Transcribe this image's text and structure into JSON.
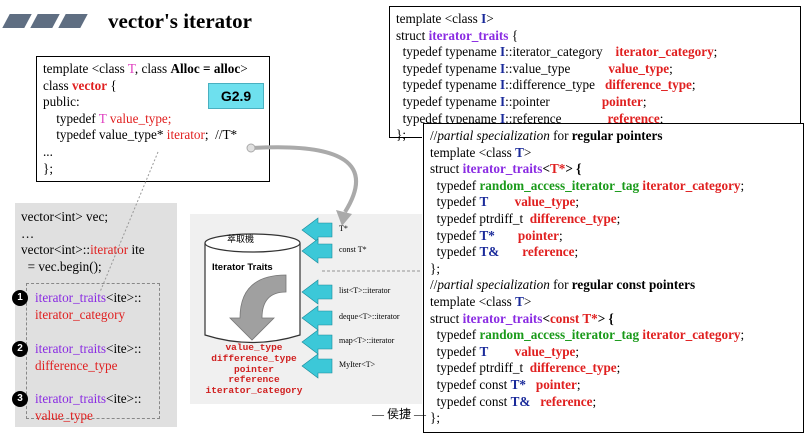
{
  "title": "vector's iterator",
  "badge": "G2.9",
  "vector_code": {
    "l1": [
      "template <class ",
      "T",
      ", class ",
      "Alloc = alloc",
      ">"
    ],
    "l2": [
      "class ",
      "vector",
      " {"
    ],
    "l3": "public:",
    "l4": [
      "typedef ",
      "T",
      " value_type;"
    ],
    "l5": [
      "typedef value_type* ",
      "iterator",
      ";",
      "//T*"
    ],
    "l6": "...",
    "l7": "};"
  },
  "traits_code": {
    "l1": [
      "template <class ",
      "I",
      ">"
    ],
    "l2": [
      "struct ",
      "iterator_traits",
      " {"
    ],
    "rows": [
      {
        "a": "typedef typename ",
        "i": "I",
        "b": "::iterator_category",
        "v": "iterator_category",
        "end": ";"
      },
      {
        "a": "typedef typename ",
        "i": "I",
        "b": "::value_type",
        "v": "value_type",
        "end": ";"
      },
      {
        "a": "typedef typename ",
        "i": "I",
        "b": "::difference_type",
        "v": "difference_type",
        "end": ";"
      },
      {
        "a": "typedef typename ",
        "i": "I",
        "b": "::pointer",
        "v": "pointer",
        "end": ";"
      },
      {
        "a": "typedef typename ",
        "i": "I",
        "b": "::reference",
        "v": "reference",
        "end": ";"
      }
    ],
    "close": "};"
  },
  "spec_code": {
    "c1": [
      "//",
      "partial specialization",
      " for ",
      "regular pointers"
    ],
    "t1": [
      "template <class ",
      "T",
      ">"
    ],
    "s1": [
      "struct ",
      "iterator_traits",
      "<",
      "T*",
      "> {"
    ],
    "rows1": [
      {
        "a": "typedef ",
        "k": "random_access_iterator_tag",
        "kc": "green",
        "v": "iterator_category",
        "end": ";"
      },
      {
        "a": "typedef ",
        "k": "T",
        "kc": "blue",
        "gap": "        ",
        "v": "value_type",
        "end": ";"
      },
      {
        "a": "typedef ptrdiff_t  ",
        "k": "",
        "kc": "",
        "v": "difference_type",
        "end": ";"
      },
      {
        "a": "typedef ",
        "k": "T*",
        "kc": "blue",
        "gap": "       ",
        "v": "pointer",
        "end": ";"
      },
      {
        "a": "typedef ",
        "k": "T&",
        "kc": "blue",
        "gap": "       ",
        "v": "reference",
        "end": ";"
      }
    ],
    "close1": "};",
    "c2": [
      "//",
      "partial specialization",
      " for ",
      "regular const pointers"
    ],
    "t2": [
      "template <class ",
      "T",
      ">"
    ],
    "s2": [
      "struct ",
      "iterator_traits",
      "<",
      "const T*",
      "> {"
    ],
    "rows2": [
      {
        "a": "typedef ",
        "k": "random_access_iterator_tag",
        "kc": "green",
        "v": "iterator_category",
        "end": ";"
      },
      {
        "a": "typedef ",
        "k": "T",
        "kc": "blue",
        "gap": "        ",
        "v": "value_type",
        "end": ";"
      },
      {
        "a": "typedef ptrdiff_t  ",
        "k": "",
        "kc": "",
        "v": "difference_type",
        "end": ";"
      },
      {
        "a": "typedef const ",
        "k": "T*",
        "kc": "blue",
        "gap": "   ",
        "v": "pointer",
        "end": ";"
      },
      {
        "a": "typedef const ",
        "k": "T&",
        "kc": "blue",
        "gap": "   ",
        "v": "reference",
        "end": ";"
      }
    ],
    "close2": "};"
  },
  "usage": {
    "l1": "vector<int> vec;",
    "l2": "…",
    "l3": [
      "vector<int>::",
      "iterator",
      " ite"
    ],
    "l4": "  = vec.begin();"
  },
  "steps": [
    {
      "num": "1",
      "a": "iterator_traits",
      "b": "<ite>::",
      "c": "iterator_category"
    },
    {
      "num": "2",
      "a": "iterator_traits",
      "b": "<ite>::",
      "c": "difference_type"
    },
    {
      "num": "3",
      "a": "iterator_traits",
      "b": "<ite>::",
      "c": "value_type"
    }
  ],
  "diagram": {
    "cylinder_top": "萃取機",
    "cylinder_label": "Iterator Traits",
    "inputs": [
      "T*",
      "const T*",
      "list<T>::iterator",
      "deque<T>::iterator",
      "map<T>::iterator",
      "MyIter<T>"
    ],
    "outputs": [
      "value_type",
      "difference_type",
      "pointer",
      "reference",
      "iterator_category"
    ],
    "credit": "— 侯捷 —"
  },
  "colors": {
    "accent_cyan": "#6ee0ee",
    "arrow_cyan": "#3cc8d8",
    "red": "#e02020",
    "purple": "#8a2be2",
    "green": "#1a9a1a",
    "badge": "#6ee0ee"
  }
}
